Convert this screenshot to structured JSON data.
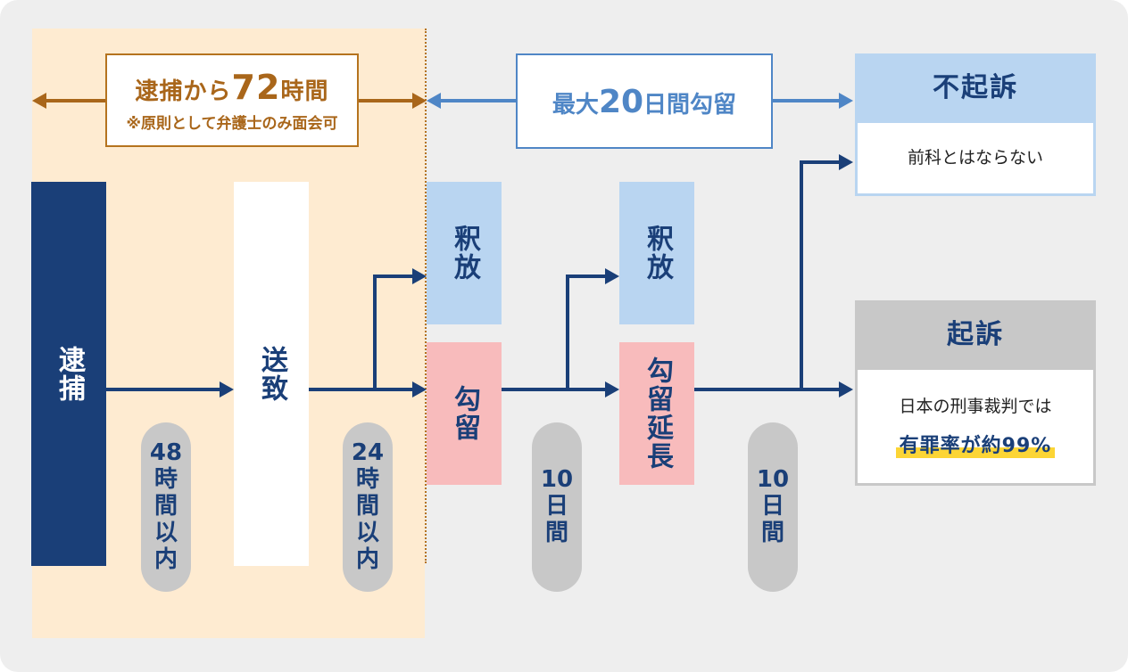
{
  "zone72": {
    "title_prefix": "逮捕から",
    "title_number": "72",
    "title_suffix": "時間",
    "note": "※原則として弁護士のみ面会可"
  },
  "detention20": {
    "prefix": "最大",
    "number": "20",
    "suffix": "日間勾留"
  },
  "stages": {
    "arrest": "逮捕",
    "sochi": "送致",
    "release_1": "釈放",
    "detention": "勾留",
    "release_2": "釈放",
    "extension": "勾留延長"
  },
  "durations": {
    "d1": [
      "48",
      "時",
      "間",
      "以",
      "内"
    ],
    "d2": [
      "24",
      "時",
      "間",
      "以",
      "内"
    ],
    "d3": [
      "10",
      "日",
      "間"
    ],
    "d4": [
      "10",
      "日",
      "間"
    ]
  },
  "outcomes": {
    "no_indictment": {
      "title": "不起訴",
      "desc": "前科とはならない"
    },
    "indictment": {
      "title": "起訴",
      "line1": "日本の刑事裁判では",
      "line2": "有罪率が約99%"
    }
  },
  "colors": {
    "navy": "#1a3f78",
    "brown": "#b5731e",
    "blue": "#4f86c6",
    "light_blue": "#b9d5f1",
    "pink": "#f8bbbc",
    "gray": "#c8c8c8",
    "highlight": "#fcd535"
  }
}
